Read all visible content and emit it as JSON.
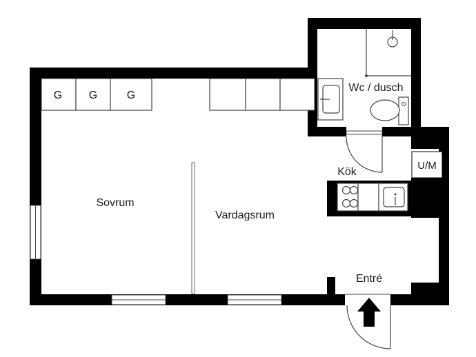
{
  "rooms": {
    "bedroom": "Sovrum",
    "living": "Vardagsrum",
    "bathroom": "Wc / dusch",
    "kitchen": "Kök",
    "entrance": "Entré",
    "utility": "U/M"
  },
  "wardrobes": [
    "G",
    "G",
    "G"
  ],
  "colors": {
    "wall": "#000000",
    "fixture_stroke": "#444444",
    "background": "#ffffff"
  },
  "icons": {
    "entry": "entry-arrow-icon",
    "door": "door-swing-icon",
    "toilet": "toilet-icon",
    "sink": "sink-icon",
    "stove": "stove-icon"
  }
}
